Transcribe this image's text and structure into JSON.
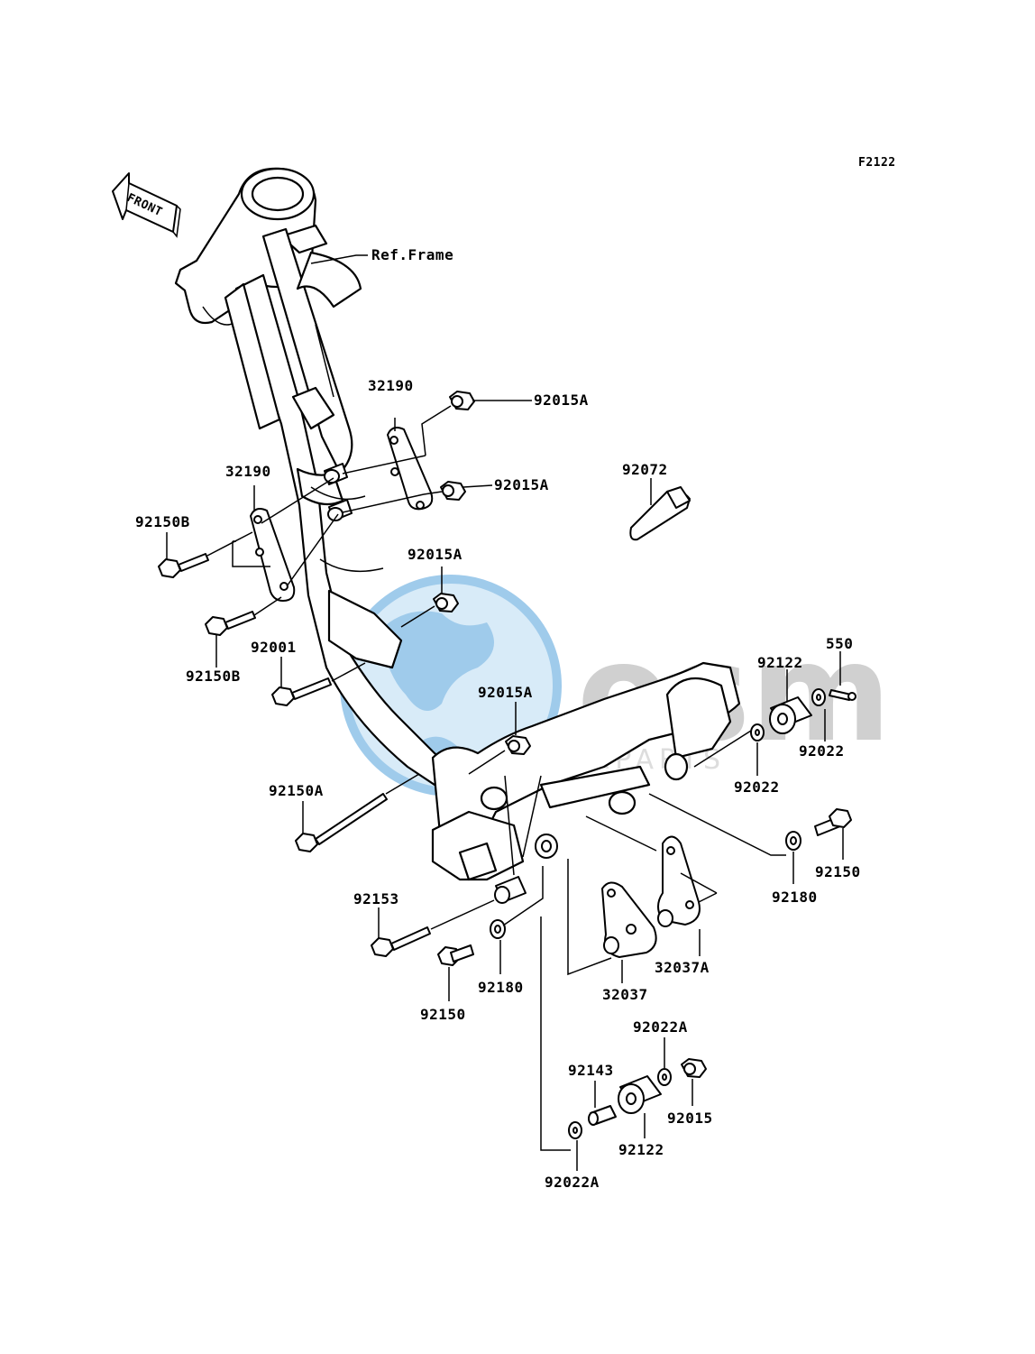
{
  "figure_code": "F2122",
  "front_arrow_label": "FRONT",
  "ref_frame_label": "Ref.Frame",
  "watermark": {
    "brand": "osm",
    "subtitle": "MOTORPARTS",
    "colors": {
      "blue": "#8fc2e8",
      "grey": "#c8c8c8",
      "light_blue": "#d2e8f7"
    }
  },
  "part_labels": {
    "p32190_upper": "32190",
    "p32190_left": "32190",
    "p92015A_upper": "92015A",
    "p92015A_mid": "92015A",
    "p92015A_center": "92015A",
    "p92015A_lower": "92015A",
    "p92072": "92072",
    "p92150B_upper": "92150B",
    "p92150B_lower": "92150B",
    "p92001": "92001",
    "p92150A": "92150A",
    "p92122_right": "92122",
    "p550": "550",
    "p92022_right": "92022",
    "p92022_center": "92022",
    "p92150_right": "92150",
    "p92180_right": "92180",
    "p32037A": "32037A",
    "p32037": "32037",
    "p92153": "92153",
    "p92150_left": "92150",
    "p92180_left": "92180",
    "p92022A_upper": "92022A",
    "p92143": "92143",
    "p92015": "92015",
    "p92122_bottom": "92122",
    "p92022A_bottom": "92022A"
  }
}
